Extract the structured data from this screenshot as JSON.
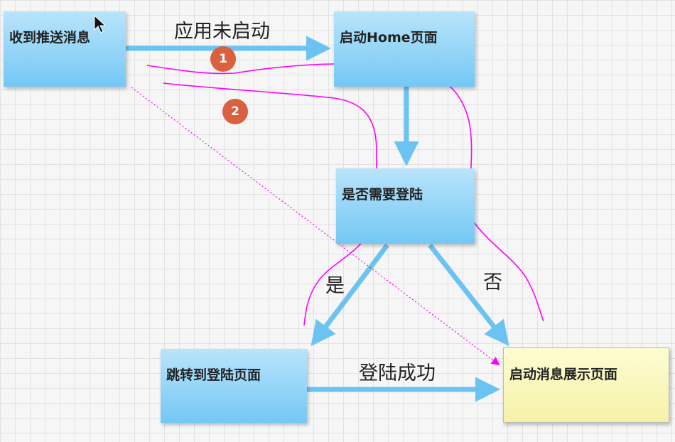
{
  "nodes": {
    "receive_push": "收到推送消息",
    "launch_home": "启动Home页面",
    "need_login": "是否需要登陆",
    "goto_login": "跳转到登陆页面",
    "show_message": "启动消息展示页面"
  },
  "edges": {
    "app_not_started": "应用未启动",
    "yes": "是",
    "no": "否",
    "login_success": "登陆成功"
  },
  "markers": [
    "1",
    "2"
  ],
  "colors": {
    "box": "#74c8f5",
    "arrow": "#6cc3f2",
    "annotation": "#ff00ff",
    "marker": "#d9613f"
  }
}
